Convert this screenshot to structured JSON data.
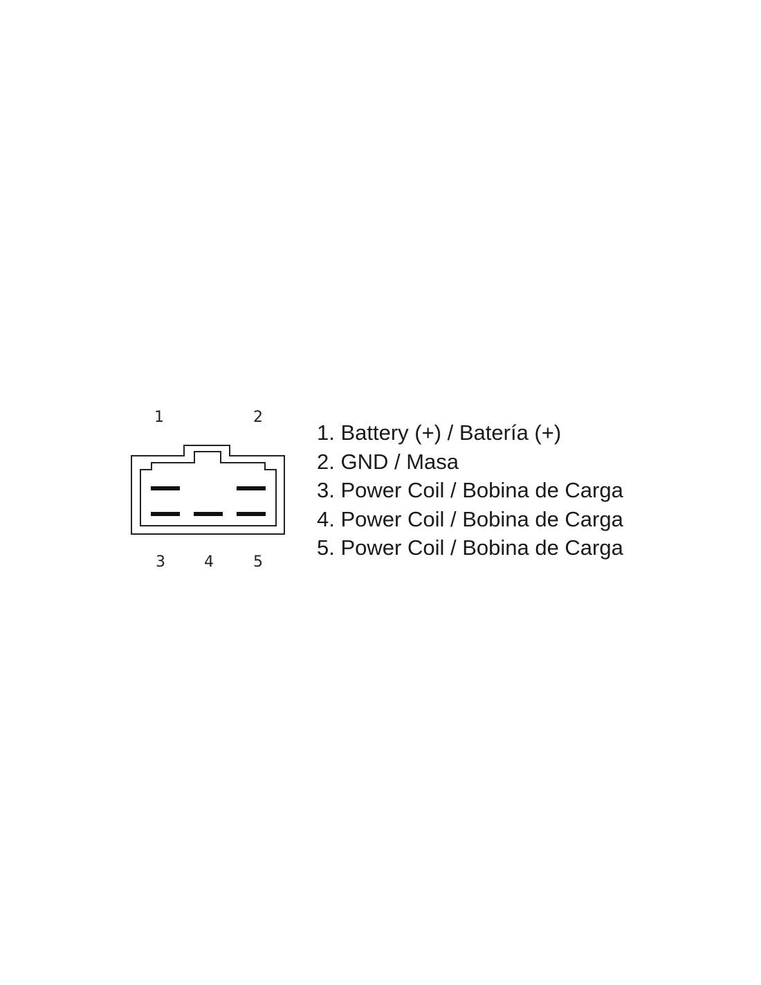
{
  "connector": {
    "top_pins": [
      {
        "number": "1"
      },
      {
        "number": "2"
      }
    ],
    "bottom_pins": [
      {
        "number": "3"
      },
      {
        "number": "4"
      },
      {
        "number": "5"
      }
    ]
  },
  "legend": [
    "1. Battery (+) / Batería (+)",
    "2. GND / Masa",
    "3. Power Coil / Bobina de Carga",
    "4. Power Coil / Bobina de Carga",
    "5. Power Coil / Bobina de Carga"
  ],
  "colors": {
    "line": "#222222",
    "terminal": "#111111",
    "text": "#1a1a1a"
  }
}
